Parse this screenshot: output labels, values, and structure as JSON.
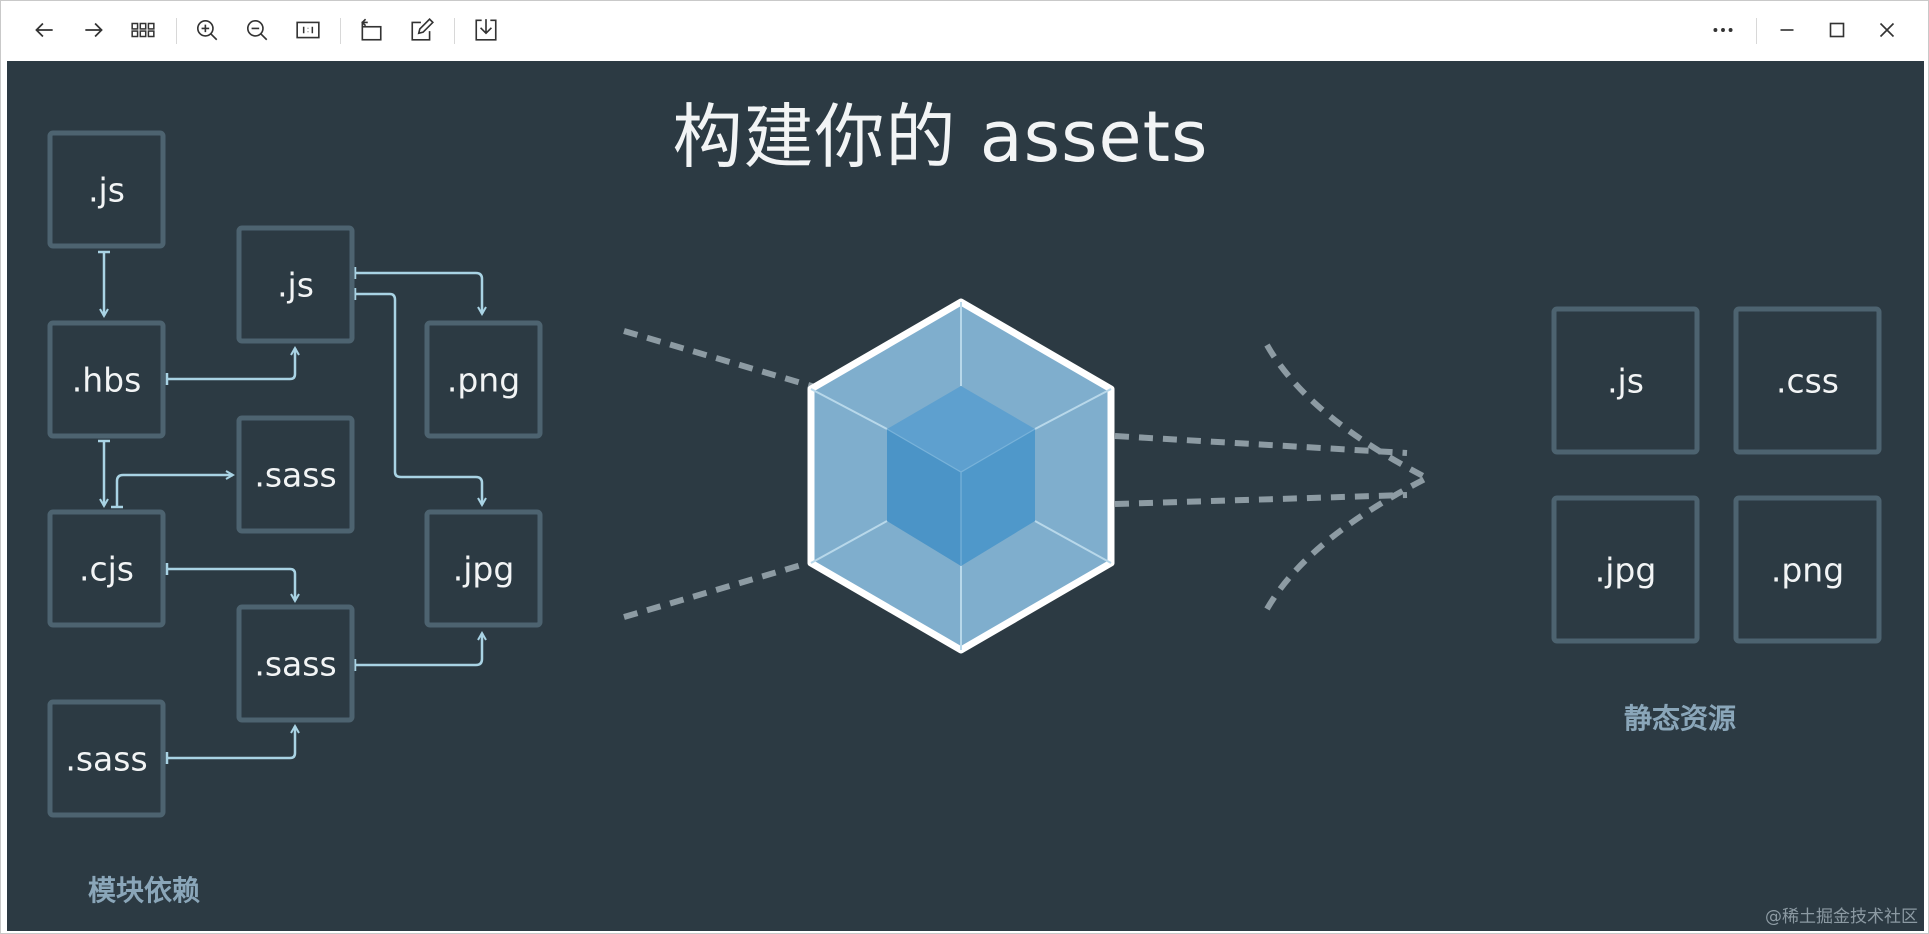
{
  "toolbar": {
    "icons": [
      "arrow-left-icon",
      "arrow-right-icon",
      "grid-icon",
      "zoom-in-icon",
      "zoom-out-icon",
      "actual-size-icon",
      "rotate-icon",
      "edit-icon",
      "download-icon",
      "more-icon",
      "minimize-icon",
      "maximize-icon",
      "close-icon"
    ]
  },
  "slide": {
    "title": "构建你的 assets",
    "left_caption": "模块依赖",
    "right_caption": "静态资源",
    "watermark": "@稀土掘金技术社区",
    "modules": [
      ".js",
      ".hbs",
      ".cjs",
      ".sass",
      ".js",
      ".sass",
      ".sass",
      ".png",
      ".jpg"
    ],
    "assets": [
      ".js",
      ".css",
      ".jpg",
      ".png"
    ]
  },
  "colors": {
    "background": "#2c3a43",
    "box_border": "#4d6370",
    "arrow": "#a9d3e4",
    "caption": "#8aa6b9",
    "cube_outer": "#8fbdd8",
    "cube_inner": "#4b94c7"
  }
}
